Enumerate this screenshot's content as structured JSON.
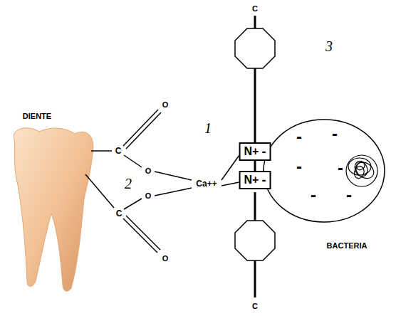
{
  "diagram": {
    "nodes": [
      {
        "text": [
          "N+",
          "-"
        ]
      },
      {
        "text": [
          "N+",
          "-"
        ]
      }
    ],
    "edges": [
      {
        "from": 0,
        "to": 1,
        "arrow": "none"
      }
    ],
    "labels": [
      "DIENTE",
      "C",
      "O",
      "O",
      "1",
      "2",
      "C",
      "O",
      "O",
      "Ca++",
      "C",
      "C",
      "3",
      "BACTERIA",
      "-",
      "-",
      "-",
      "-",
      "-",
      "-"
    ]
  }
}
